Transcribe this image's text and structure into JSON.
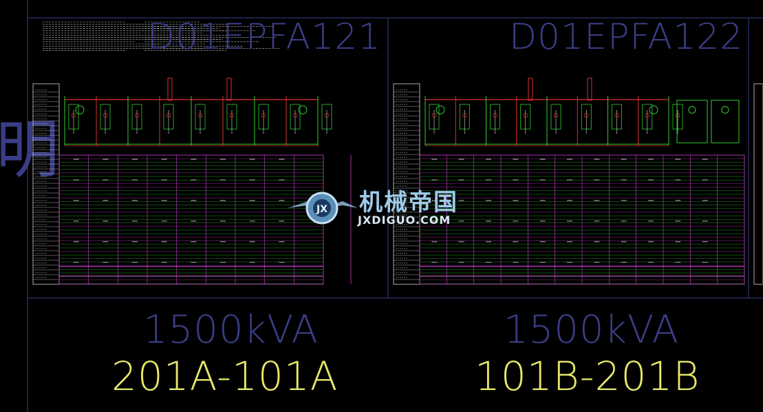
{
  "drawing": {
    "panels": [
      {
        "code": "D01EPFA121",
        "capacity": "1500kVA",
        "range": "201A-101A"
      },
      {
        "code": "D01EPFA122",
        "capacity": "1500kVA",
        "range": "101B-201B"
      }
    ],
    "side_glyph": "明"
  },
  "watermark": {
    "badge": "JX",
    "cn": "机械帝国",
    "url": "JXDIGUO.COM"
  },
  "colors": {
    "background": "#000000",
    "frame": "#3a3f8a",
    "busbar_red": "#e03030",
    "green": "#30d030",
    "grid_white": "#d8d8d8",
    "magenta": "#d040d0",
    "title_blue": "#3a3d86",
    "label_yellow": "#e8e86a"
  }
}
